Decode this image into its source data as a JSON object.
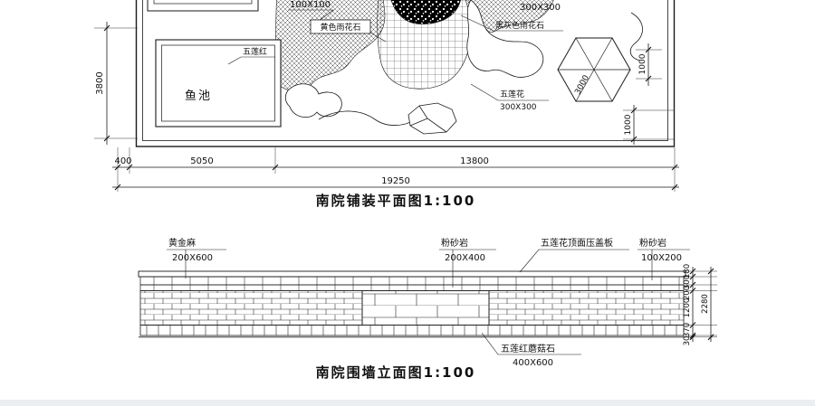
{
  "colors": {
    "line": "#1a1a1a",
    "background": "#ffffff"
  },
  "plan": {
    "title": "南院铺装平面图1:100",
    "labels": {
      "grid_size_top": "100X100",
      "yellow_pebble": "黄色雨花石",
      "black_pebble": "黑灰色雨花石",
      "black_pebble_size": "300X300",
      "red_granite": "五莲红",
      "fish_pond": "鱼池",
      "wulianhua": "五莲花",
      "wulianhua_size": "300X300"
    },
    "dims": {
      "left_height": "3800",
      "seg_400": "400",
      "seg_5050": "5050",
      "seg_13800": "13800",
      "total": "19250",
      "path_width_a": "1000",
      "path_width_b": "1000",
      "pavilion": "3000"
    }
  },
  "elevation": {
    "title": "南院围墙立面图1:100",
    "labels": {
      "huangjinma": "黄金麻",
      "huangjinma_size": "200X600",
      "fenshayan_a": "粉砂岩",
      "fenshayan_a_size": "200X400",
      "coping": "五莲花顶面压盖板",
      "fenshayan_b": "粉砂岩",
      "fenshayan_b_size": "100X200",
      "mushroom": "五莲红蘑菇石",
      "mushroom_size": "400X600"
    },
    "dims": {
      "segs": [
        "180",
        "300",
        "200",
        "1200",
        "370",
        "30"
      ],
      "total": "2280"
    }
  }
}
